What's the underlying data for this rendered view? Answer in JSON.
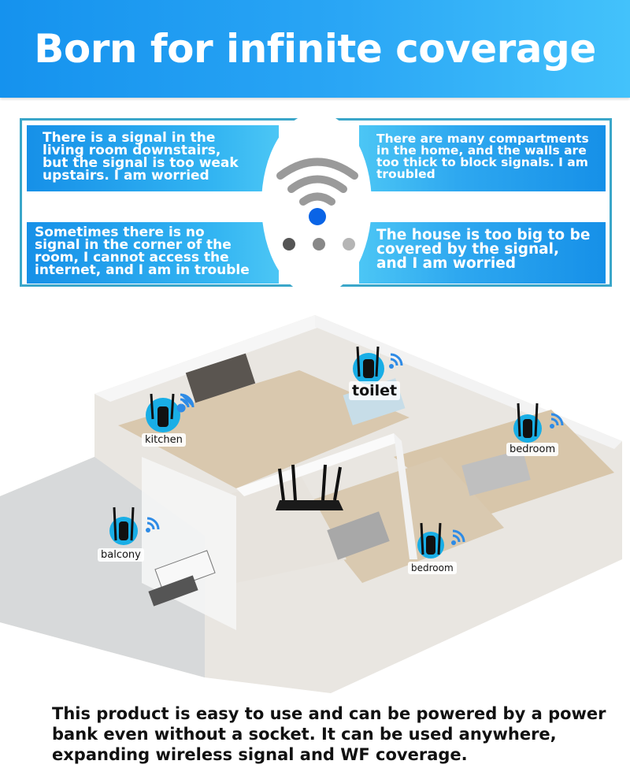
{
  "banner": {
    "title": "Born for infinite coverage",
    "gradient": [
      "#1592ee",
      "#43c2fb"
    ]
  },
  "problems": {
    "border_color": "#3aa6c9",
    "items": [
      {
        "position": "top-left",
        "lines": [
          "There is a signal in the",
          "living room downstairs,",
          "but the signal is too weak",
          "upstairs. I am worried"
        ]
      },
      {
        "position": "bottom-left",
        "lines": [
          "Sometimes there is no",
          "signal in the corner of the",
          "room, I cannot access the",
          "internet, and I am in trouble"
        ]
      },
      {
        "position": "top-right",
        "lines": [
          "There are many compartments",
          "in the home, and the walls are",
          "too thick to block signals. I am",
          "troubled"
        ]
      },
      {
        "position": "bottom-right",
        "lines": [
          "The house is too big to be",
          "covered by the signal,",
          "and I am worried"
        ]
      }
    ],
    "center_icon": "wifi-signal-icon",
    "wifi_arc_color": "#999999",
    "wifi_dot_color": "#0a64e6",
    "dots": [
      "#555555",
      "#888888",
      "#b5b5b5"
    ]
  },
  "house": {
    "router_icon": "router-icon",
    "rooms": [
      {
        "label": "kitchen"
      },
      {
        "label": "toilet"
      },
      {
        "label": "bedroom"
      },
      {
        "label": "balcony"
      },
      {
        "label": "bedroom"
      }
    ]
  },
  "footer": {
    "lines": [
      "This product is easy to use and can be powered by a power",
      "bank even without a socket. It can be used anywhere,",
      "expanding wireless signal and WF coverage."
    ]
  }
}
